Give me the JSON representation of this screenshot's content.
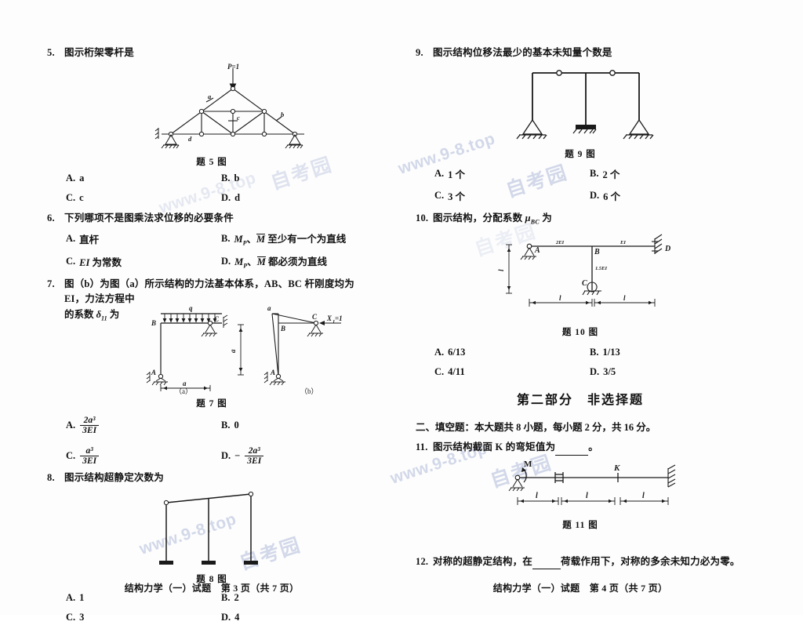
{
  "document": {
    "title": "结构力学（一）试题",
    "left_page_footer": "结构力学（一）试题　第 3 页（共 7 页）",
    "right_page_footer": "结构力学（一）试题　第 4 页（共 7 页）"
  },
  "watermark": {
    "url": "www.9-8.top",
    "brand": "自考园"
  },
  "left_column": {
    "questions": [
      {
        "number": "5.",
        "stem": "图示桁架零杆是",
        "figure_caption": "题 5 图",
        "figure": {
          "type": "truss",
          "load_label": "P=1",
          "member_labels": [
            "a",
            "b",
            "c",
            "d"
          ]
        },
        "options": [
          {
            "label": "A.",
            "text": "a"
          },
          {
            "label": "B.",
            "text": "b"
          },
          {
            "label": "C.",
            "text": "c"
          },
          {
            "label": "D.",
            "text": "d"
          }
        ]
      },
      {
        "number": "6.",
        "stem": "下列哪项不是图乘法求位移的必要条件",
        "options": [
          {
            "label": "A.",
            "text": "直杆",
            "math": false
          },
          {
            "label": "B.",
            "text": "M_P、M̄ 至少有一个为直线",
            "math": true
          },
          {
            "label": "C.",
            "text": "EI 为常数",
            "math": true
          },
          {
            "label": "D.",
            "text": "M_P、M̄ 都必须为直线",
            "math": true
          }
        ]
      },
      {
        "number": "7.",
        "stem": "图（b）为图（a）所示结构的力法基本体系，AB、BC 杆刚度均为 EI，力法方程中",
        "stem_line2": "的系数 δ11 为",
        "figure_caption": "题 7 图",
        "figure": {
          "type": "frame-force-method",
          "sub_a_caption": "（a）",
          "sub_b_caption": "（b）",
          "labels_a": [
            "q",
            "B",
            "C",
            "A",
            "a",
            "a"
          ],
          "labels_b": [
            "a",
            "B",
            "C",
            "A",
            "X₁=1"
          ]
        },
        "options": [
          {
            "label": "A.",
            "num": "2a³",
            "den": "3EI",
            "sign": ""
          },
          {
            "label": "B.",
            "text": "0"
          },
          {
            "label": "C.",
            "num": "a³",
            "den": "3EI",
            "sign": ""
          },
          {
            "label": "D.",
            "num": "2a³",
            "den": "3EI",
            "sign": "−"
          }
        ]
      },
      {
        "number": "8.",
        "stem": "图示结构超静定次数为",
        "figure_caption": "题 8 图",
        "figure": {
          "type": "three-column-frame"
        },
        "options": [
          {
            "label": "A.",
            "text": "1"
          },
          {
            "label": "B.",
            "text": "2"
          },
          {
            "label": "C.",
            "text": "3"
          },
          {
            "label": "D.",
            "text": "4"
          }
        ]
      }
    ]
  },
  "right_column": {
    "questions": [
      {
        "number": "9.",
        "stem": "图示结构位移法最少的基本未知量个数是",
        "figure_caption": "题 9 图",
        "figure": {
          "type": "beam-with-hinges"
        },
        "options": [
          {
            "label": "A.",
            "text": "1 个"
          },
          {
            "label": "B.",
            "text": "2 个"
          },
          {
            "label": "C.",
            "text": "3 个"
          },
          {
            "label": "D.",
            "text": "6 个"
          }
        ]
      },
      {
        "number": "10.",
        "stem": "图示结构，分配系数 μBC 为",
        "figure_caption": "题 10 图",
        "figure": {
          "type": "distribution-factor-frame",
          "stiffness_AB": "2EI",
          "stiffness_BD": "EI",
          "stiffness_BC": "1.5EI",
          "joints": [
            "A",
            "B",
            "C",
            "D"
          ],
          "span_labels": [
            "l",
            "l",
            "l"
          ]
        },
        "options": [
          {
            "label": "A.",
            "text": "6/13"
          },
          {
            "label": "B.",
            "text": "1/13"
          },
          {
            "label": "C.",
            "text": "4/11"
          },
          {
            "label": "D.",
            "text": "3/5"
          }
        ]
      }
    ],
    "part_two": {
      "title": "第二部分　非选择题",
      "section_heading": "二、填空题：本大题共 8 小题，每小题 2 分，共 16 分。",
      "questions": [
        {
          "number": "11.",
          "stem_before": "图示结构截面 K 的弯矩值为",
          "stem_after": "。",
          "figure_caption": "题 11 图",
          "figure": {
            "type": "beam-with-slider",
            "moment_label": "M",
            "section_label": "K",
            "span_labels": [
              "l",
              "l",
              "l"
            ]
          }
        },
        {
          "number": "12.",
          "stem_before": "对称的超静定结构，在",
          "stem_mid": "荷载作用下，对称的多余未知力必为零。"
        }
      ]
    }
  }
}
